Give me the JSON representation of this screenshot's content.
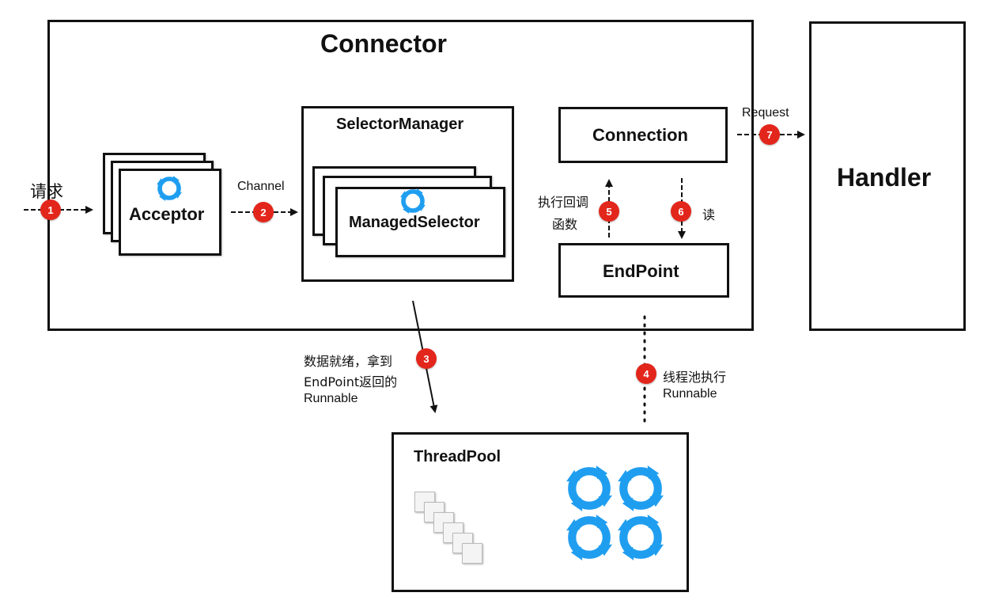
{
  "connector": {
    "title": "Connector"
  },
  "handler": {
    "title": "Handler"
  },
  "request_in": {
    "label": "请求"
  },
  "acceptor": {
    "label": "Acceptor"
  },
  "selector_manager": {
    "title": "SelectorManager",
    "managed": "ManagedSelector"
  },
  "connection": {
    "label": "Connection"
  },
  "endpoint": {
    "label": "EndPoint"
  },
  "threadpool": {
    "title": "ThreadPool"
  },
  "edges": {
    "channel": "Channel",
    "request": "Request",
    "callback_line1": "执行回调",
    "callback_line2": "函数",
    "read": "读",
    "ready_line1": "数据就绪，拿到",
    "ready_line2": "EndPoint返回的",
    "ready_line3": "Runnable",
    "pool_line1": "线程池执行",
    "pool_line2": "Runnable"
  },
  "steps": [
    "1",
    "2",
    "3",
    "4",
    "5",
    "6",
    "7"
  ],
  "icons": {
    "cycle": "cycle-arrows-icon",
    "cycle_color": "#1f9ef0",
    "badge_color": "#e3261b"
  }
}
